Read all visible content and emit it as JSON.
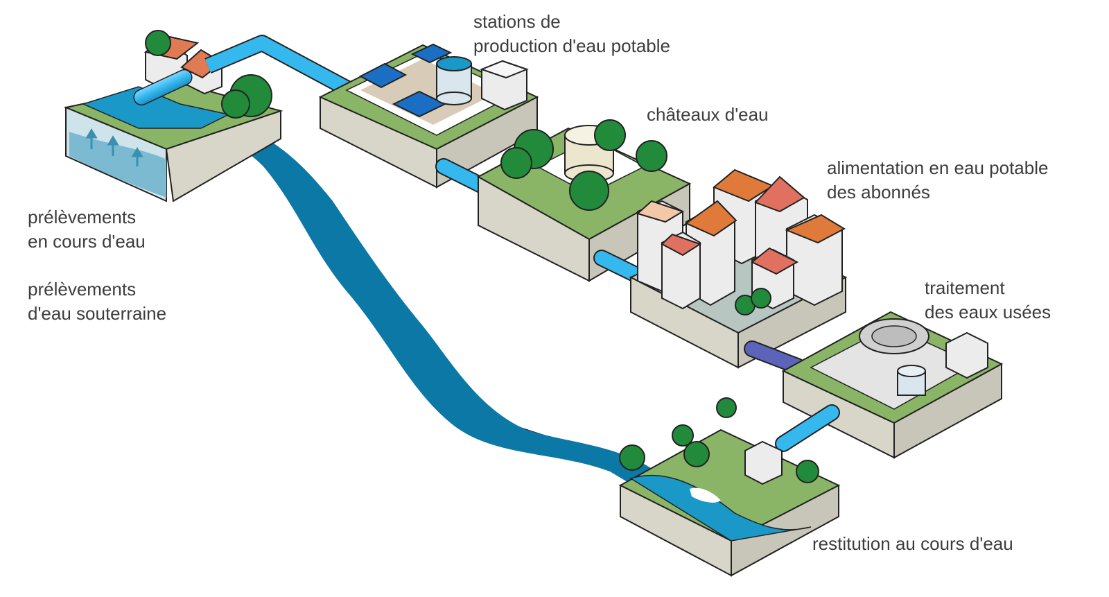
{
  "colors": {
    "river": "#0a76a3",
    "river_light": "#1a98c8",
    "pipe_clean": "#35b8ee",
    "pipe_waste": "#5b64b8",
    "grass": "#8ab567",
    "block_side": "#d8d6c8",
    "tree": "#228a3b",
    "roof": "#df7a52",
    "wall": "#ececec",
    "outline": "#222222"
  },
  "labels": {
    "stations": [
      "stations de",
      "production d'eau potable"
    ],
    "chateaux": [
      "châteaux d'eau"
    ],
    "alimentation": [
      "alimentation en eau potable",
      "des abonnés"
    ],
    "prelevements_cours": [
      "prélèvements",
      "en cours d'eau"
    ],
    "prelevements_sout": [
      "prélèvements",
      "d'eau souterraine"
    ],
    "traitement": [
      "traitement",
      "des eaux usées"
    ],
    "restitution": [
      "restitution au cours d'eau"
    ]
  }
}
